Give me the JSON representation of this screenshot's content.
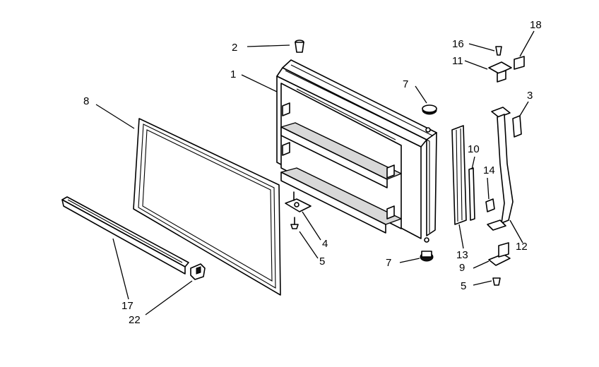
{
  "callouts": [
    {
      "id": "c2a",
      "text": "2"
    },
    {
      "id": "c1",
      "text": "1"
    },
    {
      "id": "c7a",
      "text": "7"
    },
    {
      "id": "c8",
      "text": "8"
    },
    {
      "id": "c4",
      "text": "4"
    },
    {
      "id": "c5a",
      "text": "5"
    },
    {
      "id": "c7b",
      "text": "7"
    },
    {
      "id": "c17",
      "text": "17"
    },
    {
      "id": "c22",
      "text": "22"
    },
    {
      "id": "c16",
      "text": "16"
    },
    {
      "id": "c11",
      "text": "11"
    },
    {
      "id": "c18",
      "text": "18"
    },
    {
      "id": "c3",
      "text": "3"
    },
    {
      "id": "c10",
      "text": "10"
    },
    {
      "id": "c14",
      "text": "14"
    },
    {
      "id": "c13",
      "text": "13"
    },
    {
      "id": "c12",
      "text": "12"
    },
    {
      "id": "c9",
      "text": "9"
    },
    {
      "id": "c5b",
      "text": "5"
    }
  ]
}
